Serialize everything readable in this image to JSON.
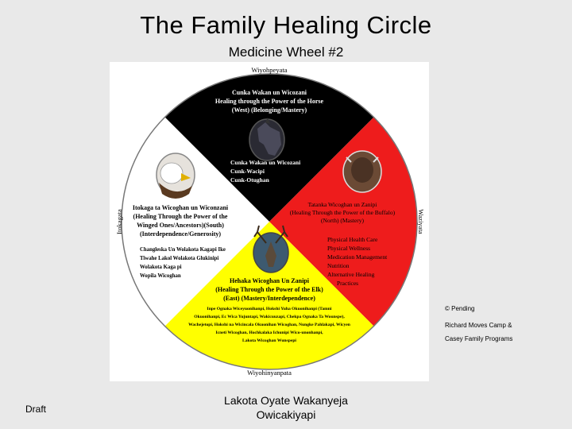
{
  "header": {
    "title": "The Family Healing Circle",
    "subtitle": "Medicine Wheel #2"
  },
  "wheel": {
    "colors": {
      "west": "#000000",
      "north": "#ee1c1c",
      "east": "#ffff00",
      "south": "#ffffff",
      "outline": "#777777"
    },
    "outer_labels": {
      "top": "Wiyohpeyata",
      "right": "Waziyata",
      "bottom": "Wiyohinyanpata",
      "left": "Itokagata"
    },
    "west": {
      "lines": [
        "Cunka Wakan un Wicozani",
        "Healing through the Power of the Horse",
        "(West) (Belonging/Mastery)"
      ],
      "activities": [
        "Cunka Wakan un Wicozani",
        "Cunk-Wacipi",
        "Cunk-Otughan"
      ],
      "icon": "horse-icon"
    },
    "north": {
      "lines": [
        "Tatanka Wicoghan un Zanipi",
        "(Healing Through the Power of the Buffalo)",
        "(North) (Mastery)"
      ],
      "activities": [
        "Physical Health Care",
        "Physical Wellness",
        "Medication Management",
        "Nutrition",
        "Alternative Healing",
        "Practices"
      ],
      "icon": "buffalo-icon"
    },
    "south": {
      "lines": [
        "Itokaga ta Wicoghan un Wiconzani",
        "(Healing Through the Power of the",
        "Winged Ones/Ancestors)(South)",
        "(Interdependence/Generosity)"
      ],
      "activities": [
        "Changleska Un Wolakota Kagapi Ike",
        "Tiwahe Lakol Wolakota Glukinipi",
        "Wolakota Kaga pi",
        "Wopila Wicoghan"
      ],
      "icon": "eagle-icon"
    },
    "east": {
      "lines": [
        "Hehaka Wicoghan Un Zanipi",
        "(Healing Through the Power of the Elk)",
        "(East) (Mastery/Interdependence)"
      ],
      "activities": [
        "Inpe Ognaka Wiceyuonihanpi, Hokshi Yuha Okuonihanpi (Tamni",
        "Okuonihanpi, Ec Wica Yujuntapi, Wakicuuzapi, Chekpa Ognaka Ta Wounspe),",
        "Wachejetopi, Hokshi na Wicincala Okuonihan Wicoghan, Nungke Pahlakapi, Wicyen",
        "Icneti Wicoghan, Hochkalaka Ichunipi Wico-unonhanpi,",
        "Lakota Wicoghan Wunspepi"
      ],
      "icon": "elk-icon"
    }
  },
  "credit": {
    "line1": "© Pending",
    "line2": "Richard Moves Camp &",
    "line3": "Casey Family Programs"
  },
  "footer": {
    "left": "Draft",
    "center_line1": "Lakota Oyate Wakanyeja",
    "center_line2": "Owicakiyapi"
  }
}
